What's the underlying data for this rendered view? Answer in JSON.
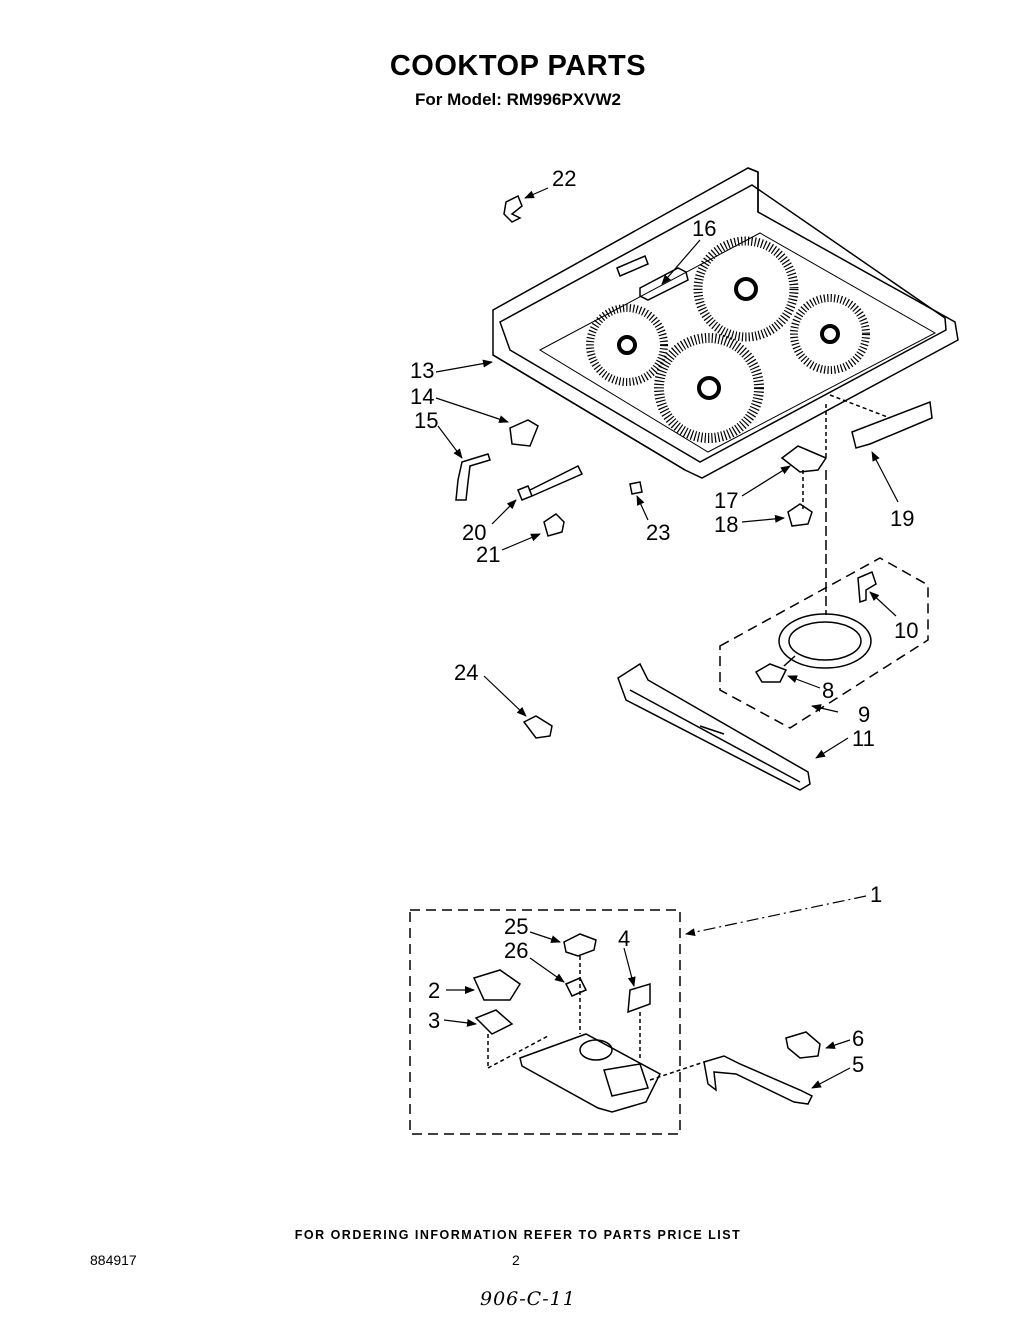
{
  "title": "COOKTOP PARTS",
  "subtitle": "For Model: RM996PXVW2",
  "footer": "FOR ORDERING INFORMATION REFER TO PARTS PRICE LIST",
  "doc_number": "884917",
  "page_number": "2",
  "handwritten_note": "906-C-11",
  "callouts": {
    "c1": "1",
    "c2": "2",
    "c3": "3",
    "c4": "4",
    "c5": "5",
    "c6": "6",
    "c8": "8",
    "c9": "9",
    "c10": "10",
    "c11": "11",
    "c13": "13",
    "c14": "14",
    "c15": "15",
    "c16": "16",
    "c17": "17",
    "c18": "18",
    "c19": "19",
    "c20": "20",
    "c21": "21",
    "c22": "22",
    "c23": "23",
    "c24": "24",
    "c25": "25",
    "c26": "26"
  }
}
